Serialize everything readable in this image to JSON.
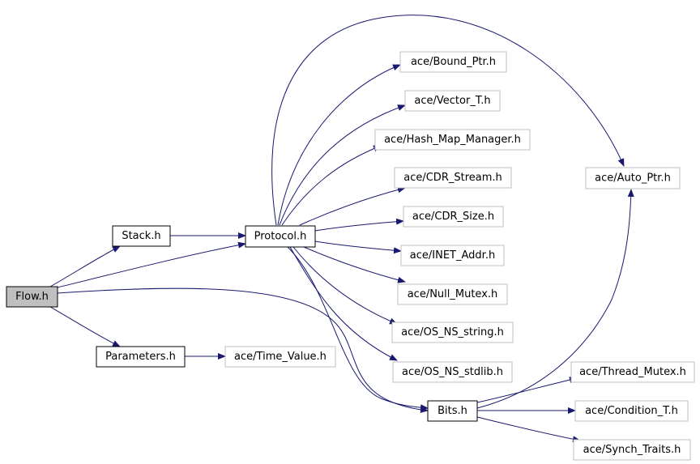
{
  "graph": {
    "nodes": {
      "flow": "Flow.h",
      "stack": "Stack.h",
      "parameters": "Parameters.h",
      "protocol": "Protocol.h",
      "bits": "Bits.h",
      "time_value": "ace/Time_Value.h",
      "bound_ptr": "ace/Bound_Ptr.h",
      "vector_t": "ace/Vector_T.h",
      "hash_map_manager": "ace/Hash_Map_Manager.h",
      "cdr_stream": "ace/CDR_Stream.h",
      "cdr_size": "ace/CDR_Size.h",
      "inet_addr": "ace/INET_Addr.h",
      "null_mutex": "ace/Null_Mutex.h",
      "os_ns_string": "ace/OS_NS_string.h",
      "os_ns_stdlib": "ace/OS_NS_stdlib.h",
      "auto_ptr": "ace/Auto_Ptr.h",
      "thread_mutex": "ace/Thread_Mutex.h",
      "condition_t": "ace/Condition_T.h",
      "synch_traits": "ace/Synch_Traits.h"
    },
    "colors": {
      "edge": "#191970",
      "root_fill": "#bfbfbf",
      "local_border": "#000000",
      "external_border": "#bfbfbf"
    }
  }
}
